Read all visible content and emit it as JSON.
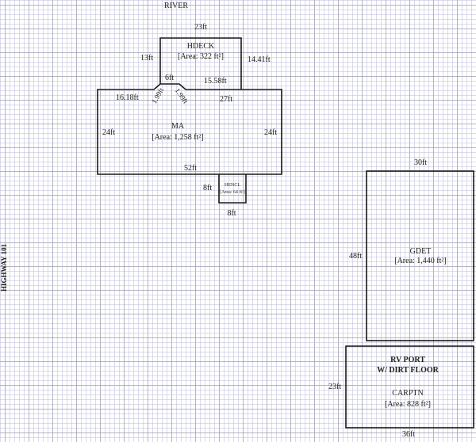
{
  "annotations": {
    "river": "RIVER",
    "highway": "HIGHWAY 101",
    "rv_port_line1": "RV PORT",
    "rv_port_line2": "W/ DIRT FLOOR"
  },
  "areas": {
    "hdeck": {
      "name": "HDECK",
      "area": "[Area: 322 ft²]",
      "dims": {
        "top": "23ft",
        "left": "13ft",
        "right": "14.41ft",
        "bottom_left": "6ft",
        "bottom_right": "15.58ft"
      }
    },
    "ma": {
      "name": "MA",
      "area": "[Area: 1,258 ft²]",
      "dims": {
        "top_left": "16.18ft",
        "diag_left": "1.99ft",
        "diag_right": "1.99ft",
        "top_right": "27ft",
        "left": "24ft",
        "right": "24ft",
        "bottom": "52ft"
      }
    },
    "hencl": {
      "name": "HENCL",
      "area": "[Area: 64 ft²]",
      "dims": {
        "left": "8ft",
        "bottom": "8ft"
      }
    },
    "gdet": {
      "name": "GDET",
      "area": "[Area: 1,440 ft²]",
      "dims": {
        "top": "30ft",
        "left": "48ft"
      }
    },
    "carptn": {
      "name": "CARPTN",
      "area": "[Area: 828 ft²]",
      "dims": {
        "left": "23ft",
        "bottom": "36ft"
      }
    }
  }
}
